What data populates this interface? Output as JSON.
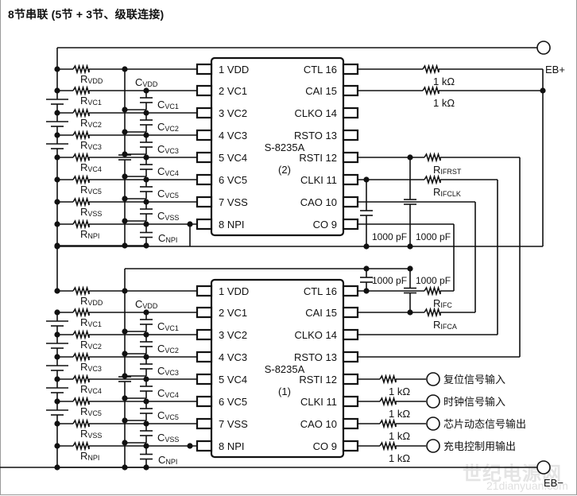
{
  "title": "8节串联 (5节 + 3节、级联连接)",
  "terminals": {
    "positive": "EB+",
    "negative": "EB−"
  },
  "chips": [
    {
      "id": "upper",
      "name": "S-8235A",
      "index": "(2)"
    },
    {
      "id": "lower",
      "name": "S-8235A",
      "index": "(1)"
    }
  ],
  "left_pins": [
    "1 VDD",
    "2 VC1",
    "3 VC2",
    "4 VC3",
    "5 VC4",
    "6 VC5",
    "7 VSS",
    "8 NPI"
  ],
  "right_pins": [
    "CTL 16",
    "CAI 15",
    "CLKO 14",
    "RSTO 13",
    "RSTI  12",
    "CLKI 11",
    "CAO 10",
    "CO   9"
  ],
  "resistors": [
    {
      "main": "R",
      "sub": "VDD"
    },
    {
      "main": "R",
      "sub": "VC1"
    },
    {
      "main": "R",
      "sub": "VC2"
    },
    {
      "main": "R",
      "sub": "VC3"
    },
    {
      "main": "R",
      "sub": "VC4"
    },
    {
      "main": "R",
      "sub": "VC5"
    },
    {
      "main": "R",
      "sub": "VSS"
    },
    {
      "main": "R",
      "sub": "NPI"
    }
  ],
  "capacitors": [
    {
      "main": "C",
      "sub": "VDD"
    },
    {
      "main": "C",
      "sub": "VC1"
    },
    {
      "main": "C",
      "sub": "VC2"
    },
    {
      "main": "C",
      "sub": "VC3"
    },
    {
      "main": "C",
      "sub": "VC4"
    },
    {
      "main": "C",
      "sub": "VC5"
    },
    {
      "main": "C",
      "sub": "VSS"
    },
    {
      "main": "C",
      "sub": "NPI"
    }
  ],
  "upper_right": {
    "ctl_res": "1 kΩ",
    "cai_res": "1 kΩ",
    "rifrst": {
      "main": "R",
      "sub": "IFRST"
    },
    "rifclk": {
      "main": "R",
      "sub": "IFCLK"
    },
    "cap1": "1000 pF",
    "cap2": "1000 pF"
  },
  "lower_right": {
    "cap1": "1000 pF",
    "cap2": "1000 pF",
    "rifc": {
      "main": "R",
      "sub": "IFC"
    },
    "rifca": {
      "main": "R",
      "sub": "IFCA"
    },
    "io": [
      {
        "res": "1 kΩ",
        "label": "复位信号输入"
      },
      {
        "res": "1 kΩ",
        "label": "时钟信号输入"
      },
      {
        "res": "1 kΩ",
        "label": "芯片动态信号输出"
      },
      {
        "res": "1 kΩ",
        "label": "充电控制用输出"
      }
    ]
  },
  "watermark": {
    "main": "世纪电源网",
    "url": "21dianyuan.com"
  }
}
